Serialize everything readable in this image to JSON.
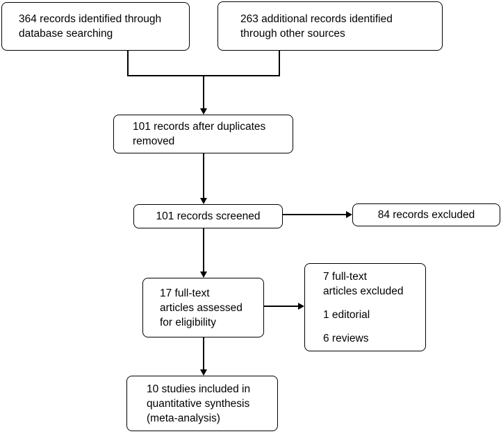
{
  "colors": {
    "background": "#ffffff",
    "box_border": "#000000",
    "box_fill": "#ffffff",
    "text": "#000000",
    "connector": "#000000"
  },
  "flowchart": {
    "type": "prisma-study-selection-flow",
    "boxes": {
      "identified_database": {
        "text": "364 records identified through\ndatabase searching"
      },
      "identified_other_sources": {
        "text": "263 additional records identified\nthrough other sources"
      },
      "after_duplicates_removed": {
        "text": "101 records after duplicates\nremoved"
      },
      "records_screened": {
        "text": "101 records screened"
      },
      "records_excluded": {
        "text": "84 records excluded"
      },
      "fulltext_assessed": {
        "text": "17 full-text\narticles assessed\nfor eligibility"
      },
      "fulltext_excluded": {
        "paragraphs": [
          "7 full-text\narticles excluded",
          "1 editorial",
          "6 reviews"
        ]
      },
      "included_quantitative": {
        "text": "10 studies included in\nquantitative synthesis\n(meta-analysis)"
      }
    }
  }
}
